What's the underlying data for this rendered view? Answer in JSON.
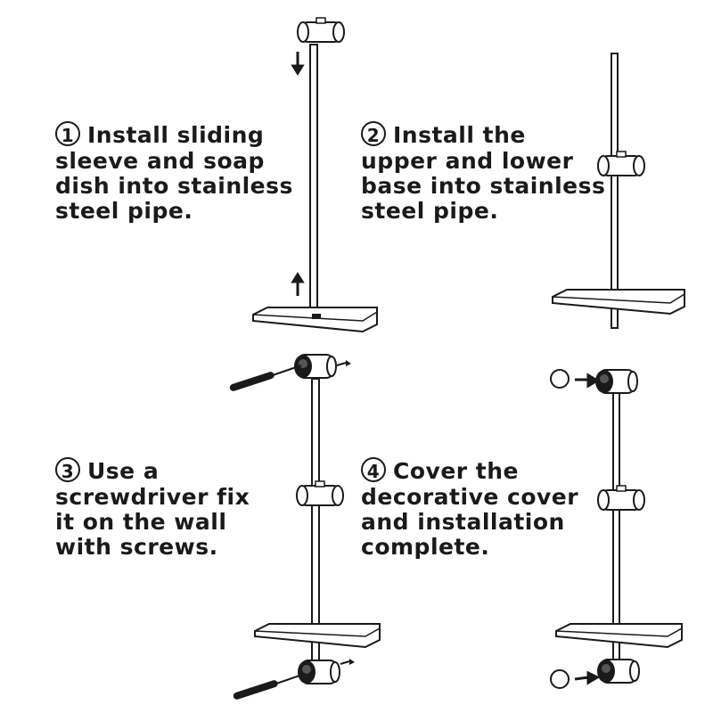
{
  "steps": [
    {
      "number": "1",
      "lines": [
        "Install sliding",
        "sleeve and soap",
        "dish into stainless",
        "steel pipe."
      ]
    },
    {
      "number": "2",
      "lines": [
        "Install the",
        "upper and lower",
        "base into stainless",
        "steel pipe."
      ]
    },
    {
      "number": "3",
      "lines": [
        "Use a",
        "screwdriver fix",
        "it on the wall",
        "with screws."
      ]
    },
    {
      "number": "4",
      "lines": [
        "Cover the",
        "decorative cover",
        "and installation",
        "complete."
      ]
    }
  ],
  "colors": {
    "ink": "#1a1a1a",
    "background": "#ffffff"
  }
}
